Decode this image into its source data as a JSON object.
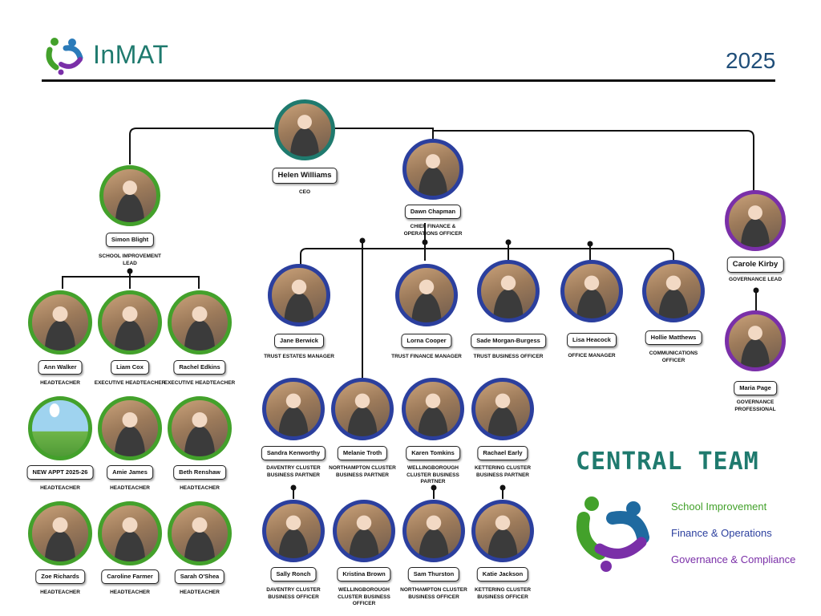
{
  "header": {
    "logo_text": "InMAT",
    "year": "2025"
  },
  "colors": {
    "school_improvement": "#43a12b",
    "finance_operations": "#2b3f9e",
    "governance": "#7a2fa8",
    "ceo": "#1f7a6e",
    "brand": "#1f7a6e"
  },
  "people": [
    {
      "id": "ceo",
      "name": "Helen Williams",
      "role": "CEO",
      "ring": "teal"
    },
    {
      "id": "cfo",
      "name": "Dawn Chapman",
      "role": "CHIEF FINANCE & OPERATIONS OFFICER",
      "ring": "blue"
    },
    {
      "id": "sil",
      "name": "Simon Blight",
      "role": "SCHOOL IMPROVEMENT LEAD",
      "ring": "green"
    },
    {
      "id": "gov",
      "name": "Carole Kirby",
      "role": "GOVERNANCE LEAD",
      "ring": "purple"
    },
    {
      "id": "gp",
      "name": "Maria Page",
      "role": "GOVERNANCE PROFESSIONAL",
      "ring": "purple"
    },
    {
      "id": "ht1",
      "name": "Ann Walker",
      "role": "HEADTEACHER",
      "ring": "green"
    },
    {
      "id": "ht2",
      "name": "Liam Cox",
      "role": "EXECUTIVE HEADTEACHER",
      "ring": "green"
    },
    {
      "id": "ht3",
      "name": "Rachel Edkins",
      "role": "EXECUTIVE HEADTEACHER",
      "ring": "green"
    },
    {
      "id": "ht4",
      "name": "NEW APPT 2025-26",
      "role": "HEADTEACHER",
      "ring": "green"
    },
    {
      "id": "ht5",
      "name": "Amie James",
      "role": "HEADTEACHER",
      "ring": "green"
    },
    {
      "id": "ht6",
      "name": "Beth Renshaw",
      "role": "HEADTEACHER",
      "ring": "green"
    },
    {
      "id": "ht7",
      "name": "Zoe Richards",
      "role": "HEADTEACHER",
      "ring": "green"
    },
    {
      "id": "ht8",
      "name": "Caroline Farmer",
      "role": "HEADTEACHER",
      "ring": "green"
    },
    {
      "id": "ht9",
      "name": "Sarah O'Shea",
      "role": "HEADTEACHER",
      "ring": "green"
    },
    {
      "id": "f1",
      "name": "Jane Berwick",
      "role": "TRUST ESTATES MANAGER",
      "ring": "blue"
    },
    {
      "id": "f2",
      "name": "Lorna Cooper",
      "role": "TRUST FINANCE MANAGER",
      "ring": "blue"
    },
    {
      "id": "f3",
      "name": "Sade Morgan-Burgess",
      "role": "TRUST BUSINESS OFFICER",
      "ring": "blue"
    },
    {
      "id": "f4",
      "name": "Lisa Heacock",
      "role": "OFFICE MANAGER",
      "ring": "blue"
    },
    {
      "id": "f5",
      "name": "Hollie Matthews",
      "role": "COMMUNICATIONS OFFICER",
      "ring": "blue"
    },
    {
      "id": "c1",
      "name": "Sandra Kenworthy",
      "role": "DAVENTRY CLUSTER BUSINESS PARTNER",
      "ring": "blue"
    },
    {
      "id": "c2",
      "name": "Melanie Troth",
      "role": "NORTHAMPTON CLUSTER BUSINESS PARTNER",
      "ring": "blue"
    },
    {
      "id": "c3",
      "name": "Karen Tomkins",
      "role": "WELLINGBOROUGH CLUSTER BUSINESS PARTNER",
      "ring": "blue"
    },
    {
      "id": "c4",
      "name": "Rachael Early",
      "role": "KETTERING CLUSTER BUSINESS PARTNER",
      "ring": "blue"
    },
    {
      "id": "o1",
      "name": "Sally Ronch",
      "role": "DAVENTRY CLUSTER BUSINESS OFFICER",
      "ring": "blue"
    },
    {
      "id": "o2",
      "name": "Kristina Brown",
      "role": "WELLINGBOROUGH CLUSTER BUSINESS OFFICER",
      "ring": "blue"
    },
    {
      "id": "o3",
      "name": "Sam Thurston",
      "role": "NORTHAMPTON CLUSTER BUSINESS OFFICER",
      "ring": "blue"
    },
    {
      "id": "o4",
      "name": "Katie Jackson",
      "role": "KETTERING CLUSTER BUSINESS OFFICER",
      "ring": "blue"
    }
  ],
  "legend": {
    "title": "CENTRAL TEAM",
    "items": [
      {
        "label": "School Improvement",
        "color": "#43a12b"
      },
      {
        "label": "Finance & Operations",
        "color": "#2b3f9e"
      },
      {
        "label": "Governance & Compliance",
        "color": "#7a2fa8"
      }
    ]
  }
}
